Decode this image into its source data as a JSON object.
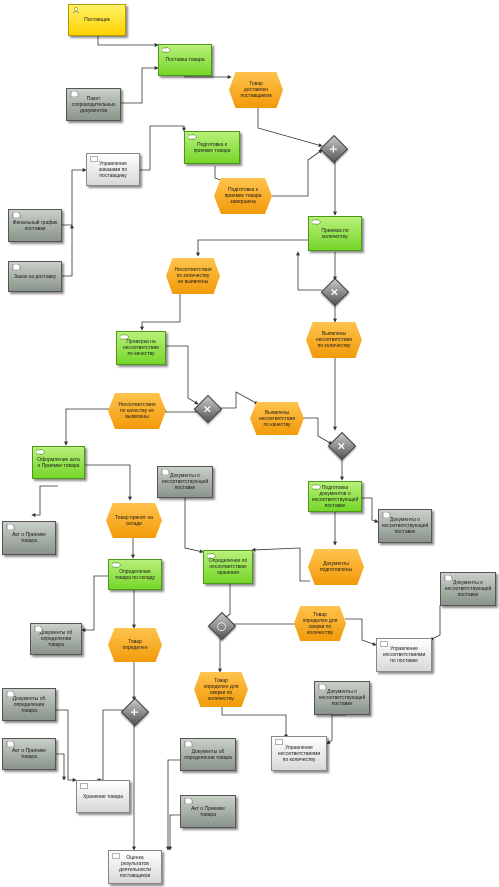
{
  "diagram": {
    "nodes": {
      "supplier": "Поставщик",
      "delivery": "Поставка товара",
      "ev_delivered": "Товар доставлен поставщиком",
      "doc_package": "Пакет сопроводительных документов",
      "prep_accept": "Подготовка к приемке товара",
      "sys_orders": "Управление заказами по поставщику",
      "doc_schedule": "Финальный график поставки",
      "doc_order": "Заказ на доставку",
      "ev_prep_done": "Подготовка к приемке товара завершена",
      "accept_qty": "Приемка по количеству",
      "ev_no_qty_issue": "Несоответствия по количеству не выявлены",
      "ev_qty_issue": "Выявлены несоответствия по количеству",
      "check_quality": "Проверка на несоответствие по качеству",
      "ev_no_quality_issue": "Несоответствия по качеству не выявлены",
      "ev_quality_issue": "Выявлены несоответствия по качеству",
      "formalize": "Оформление акта о Приемке товара",
      "prepare_docs": "Подготовка документов о несоответствующей поставке",
      "doc_act_prelim": "Документы о несоответствующей поставке",
      "doc_act_accept": "Акт о Приемке товара",
      "ev_accepted": "Товар принят на складе",
      "doc_mismatch_out": "Документы о несоответствующей поставке",
      "define_goods": "Определение товара по складу",
      "define_mismatch_storage": "Определение по несоответствию хранения",
      "ev_docs_ready": "Документы подготовлены",
      "doc_defined": "Документы об определении товара",
      "ev_defined": "Товар определен",
      "ev_qty_check": "Товар определен для сверки по количеству",
      "sys_manage_supply": "Управление несоответствиями по поставке",
      "doc_mismatch_right": "Документы о несоответствующей поставке",
      "ev_defined_qty": "Товар определен для сверки по количеству",
      "doc_defined_2": "Документы об определении товара",
      "doc_act_2": "Акт о Приемке товара",
      "doc_mismatch_3": "Документы о несоответствующей поставке",
      "storage": "Хранение товара",
      "doc_defined_3": "Документы об определении товара",
      "sys_manage_qty": "Управление несоответствиями по количеству",
      "doc_act_3": "Акт о Приемке товара",
      "evaluate": "Оценка результатов деятельности поставщиков"
    },
    "connectors": {
      "and_1": "+",
      "xor_1": "×",
      "xor_2": "×",
      "xor_3": "×",
      "or_1": "○",
      "and_2": "+"
    }
  }
}
